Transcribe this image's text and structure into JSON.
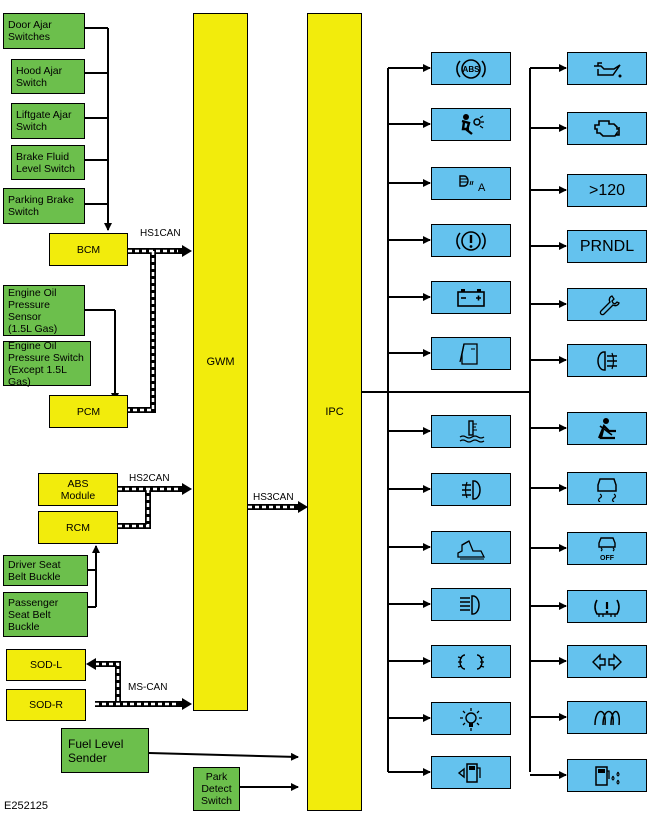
{
  "figure_id": "E252125",
  "inputs_to_bcm": [
    {
      "name": "door-ajar-switches",
      "label": "Door Ajar\nSwitches"
    },
    {
      "name": "hood-ajar-switch",
      "label": "Hood Ajar\nSwitch"
    },
    {
      "name": "liftgate-ajar-switch",
      "label": "Liftgate Ajar\nSwitch"
    },
    {
      "name": "brake-fluid-level-switch",
      "label": "Brake Fluid\nLevel Switch"
    },
    {
      "name": "parking-brake-switch",
      "label": "Parking Brake\nSwitch"
    }
  ],
  "inputs_to_pcm": [
    {
      "name": "engine-oil-pressure-sensor",
      "label": "Engine Oil\nPressure Sensor\n(1.5L Gas)"
    },
    {
      "name": "engine-oil-pressure-switch",
      "label": "Engine Oil\nPressure Switch\n(Except 1.5L Gas)"
    }
  ],
  "inputs_to_rcm": [
    {
      "name": "driver-seat-belt-buckle",
      "label": "Driver Seat\nBelt Buckle"
    },
    {
      "name": "passenger-seat-belt-buckle",
      "label": "Passenger\nSeat Belt\nBuckle"
    }
  ],
  "modules": {
    "bcm": "BCM",
    "pcm": "PCM",
    "abs": "ABS\nModule",
    "rcm": "RCM",
    "sod_l": "SOD-L",
    "sod_r": "SOD-R",
    "gwm": "GWM",
    "ipc": "IPC",
    "fuel_level_sender": "Fuel Level\nSender",
    "park_detect_switch": "Park\nDetect\nSwitch"
  },
  "buses": {
    "hs1": "HS1CAN",
    "hs2": "HS2CAN",
    "hs3": "HS3CAN",
    "ms": "MS-CAN"
  },
  "indicators_col1": [
    {
      "name": "abs-warning-icon",
      "text": ""
    },
    {
      "name": "airbag-warning-icon",
      "text": ""
    },
    {
      "name": "auto-high-beam-icon",
      "text": ""
    },
    {
      "name": "brake-warning-icon",
      "text": ""
    },
    {
      "name": "battery-charging-icon",
      "text": ""
    },
    {
      "name": "door-ajar-icon",
      "text": ""
    },
    {
      "name": "coolant-temperature-icon",
      "text": ""
    },
    {
      "name": "front-fog-lamp-icon",
      "text": ""
    },
    {
      "name": "hood-ajar-icon",
      "text": ""
    },
    {
      "name": "high-beam-icon",
      "text": ""
    },
    {
      "name": "parking-lamps-icon",
      "text": ""
    },
    {
      "name": "bulb-outage-icon",
      "text": ""
    },
    {
      "name": "low-fuel-icon",
      "text": ""
    }
  ],
  "indicators_col2": [
    {
      "name": "engine-oil-pressure-icon",
      "text": ""
    },
    {
      "name": "check-engine-icon",
      "text": ""
    },
    {
      "name": "speed-warning-text",
      "text": ">120"
    },
    {
      "name": "prndl-text",
      "text": "PRNDL"
    },
    {
      "name": "service-wrench-icon",
      "text": ""
    },
    {
      "name": "rear-fog-lamp-icon",
      "text": ""
    },
    {
      "name": "seat-belt-warning-icon",
      "text": ""
    },
    {
      "name": "stability-control-icon",
      "text": ""
    },
    {
      "name": "stability-control-off-icon",
      "text": ""
    },
    {
      "name": "tire-pressure-icon",
      "text": ""
    },
    {
      "name": "turn-signal-arrows-icon",
      "text": ""
    },
    {
      "name": "glow-plug-icon",
      "text": ""
    },
    {
      "name": "diesel-exhaust-fluid-icon",
      "text": ""
    }
  ],
  "colors": {
    "input_green": "#6cbf4c",
    "module_yellow": "#f2ec0c",
    "indicator_blue": "#64c2ee",
    "line": "#000000"
  }
}
